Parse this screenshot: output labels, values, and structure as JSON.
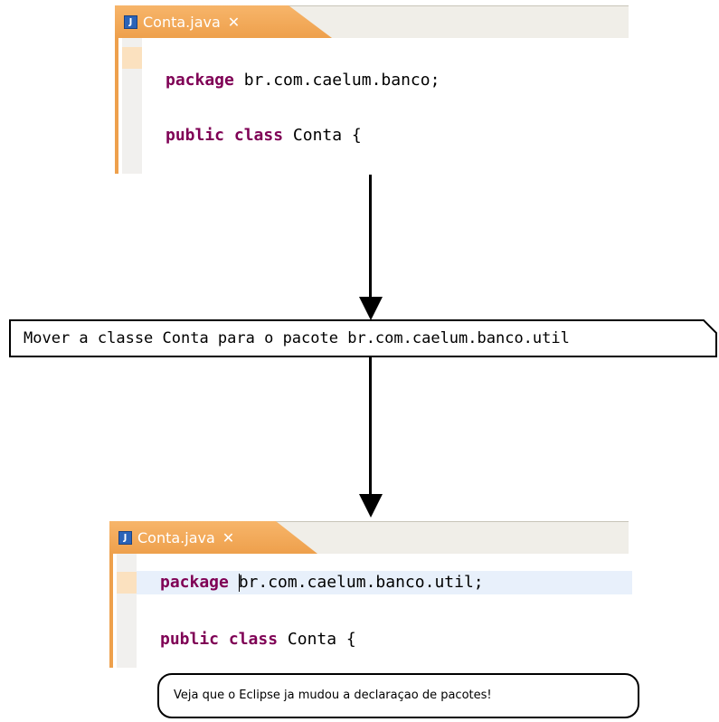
{
  "top_editor": {
    "tab_title": "Conta.java",
    "tab_icon": "java-file-icon",
    "close_glyph": "✕",
    "line1": {
      "keyword": "package",
      "rest": " br.com.caelum.banco;"
    },
    "line2": {
      "keyword1": "public",
      "keyword2": "class",
      "rest": " Conta {"
    }
  },
  "note": {
    "text": "Mover a classe Conta para o pacote br.com.caelum.banco.util"
  },
  "bottom_editor": {
    "tab_title": "Conta.java",
    "tab_icon": "java-file-icon",
    "close_glyph": "✕",
    "line1": {
      "keyword": "package",
      "rest": "br.com.caelum.banco.util;"
    },
    "line2": {
      "keyword1": "public",
      "keyword2": "class",
      "rest": " Conta {"
    }
  },
  "callout": {
    "text": "Veja que o Eclipse ja mudou a declaraçao de pacotes!"
  },
  "colors": {
    "tab_accent": "#eea04c",
    "keyword": "#7f0055",
    "line_highlight": "#e8f0fb"
  }
}
